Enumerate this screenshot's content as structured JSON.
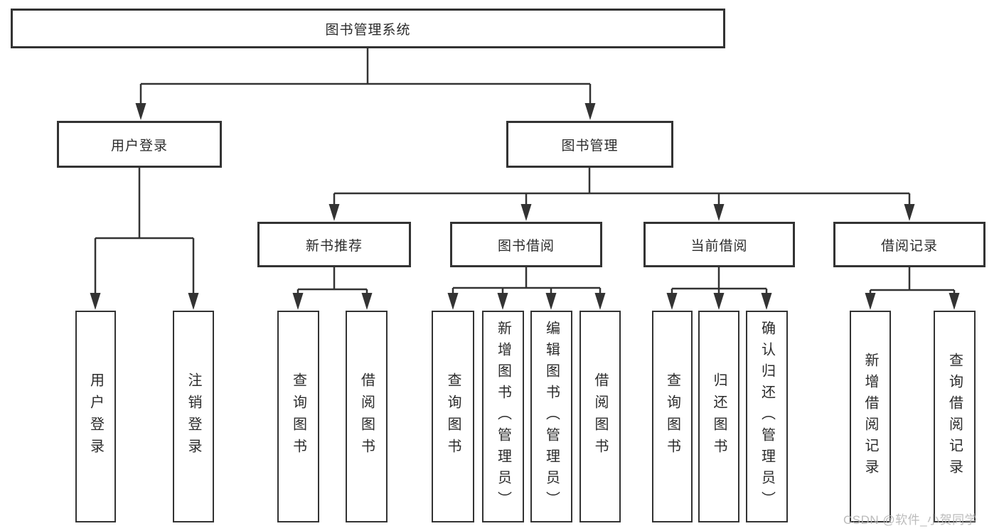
{
  "diagram": {
    "root": {
      "label": "图书管理系统"
    },
    "branches": [
      {
        "label": "用户登录",
        "children": [
          {
            "label": "用户登录"
          },
          {
            "label": "注销登录"
          }
        ]
      },
      {
        "label": "图书管理",
        "children": [
          {
            "label": "新书推荐",
            "children": [
              {
                "label": "查询图书"
              },
              {
                "label": "借阅图书"
              }
            ]
          },
          {
            "label": "图书借阅",
            "children": [
              {
                "label": "查询图书"
              },
              {
                "label": "新增图书（管理员）"
              },
              {
                "label": "编辑图书（管理员）"
              },
              {
                "label": "借阅图书"
              }
            ]
          },
          {
            "label": "当前借阅",
            "children": [
              {
                "label": "查询图书"
              },
              {
                "label": "归还图书"
              },
              {
                "label": "确认归还（管理员）"
              }
            ]
          },
          {
            "label": "借阅记录",
            "children": [
              {
                "label": "新增借阅记录"
              },
              {
                "label": "查询借阅记录"
              }
            ]
          }
        ]
      }
    ],
    "colors": {
      "line": "#333333",
      "box_border": "#333333",
      "text": "#2b2b2b",
      "watermark": "#b4b4b4"
    },
    "watermark": "CSDN @软件_小贺同学"
  }
}
